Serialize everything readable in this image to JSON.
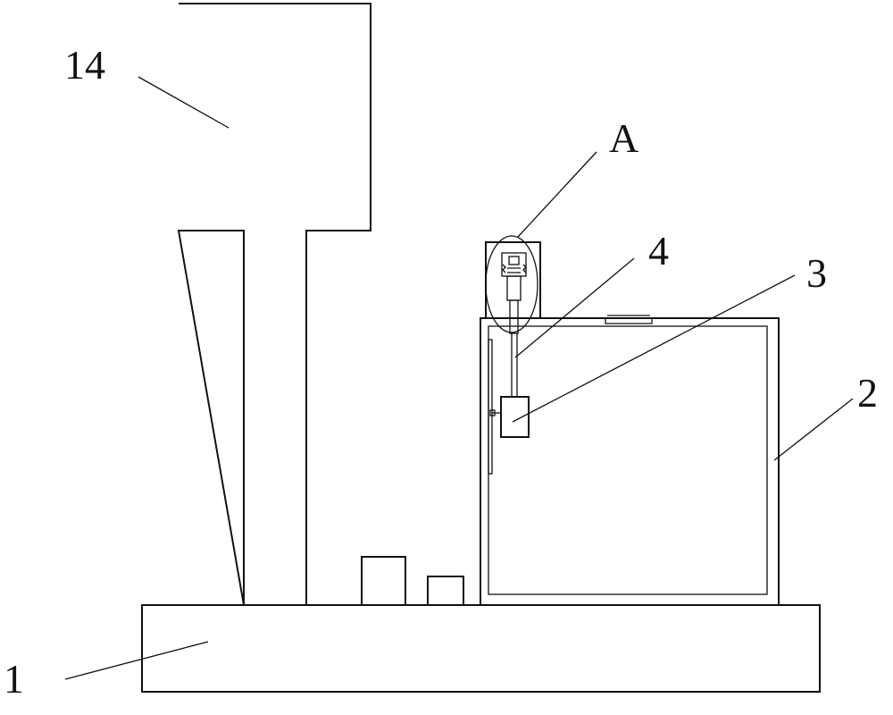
{
  "labels": {
    "base": "1",
    "chamber": "2",
    "block": "3",
    "rod": "4",
    "detail": "A",
    "display": "14"
  }
}
